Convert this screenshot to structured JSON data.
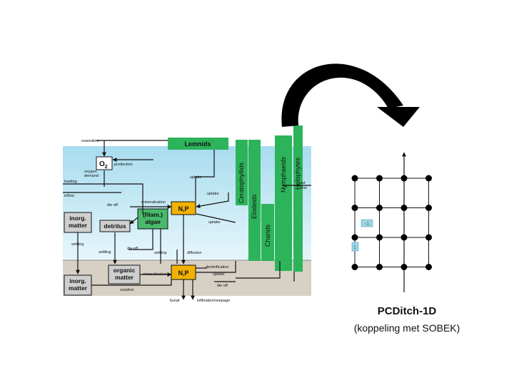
{
  "colors": {
    "water_top": "#a8dcef",
    "water_bottom": "#e6f6fb",
    "sediment": "#d7d0c4",
    "plant_green": "#2db35a",
    "algae_green": "#49b96b",
    "nutrient_orange": "#f2b200",
    "grey_box": "#cfcfcf",
    "line": "#111111"
  },
  "diagram": {
    "labels": {
      "reaeration": "reaeration",
      "o2": "O",
      "o2_sub": "2",
      "production": "production",
      "oxygen_demand": "oxygen\ndemand",
      "loading": "loading",
      "inflow": "inflow",
      "uptake_top": "uptake",
      "uptake_mid": "uptake",
      "die_off": "die off",
      "mineralization": "mineralization",
      "inorg_matter_water": "inorg.\nmatter",
      "detritus": "detritus",
      "algae": "(filam.)\nalgae",
      "np_water": "N,P",
      "uptake_algae": "uptake",
      "settling_left": "settling",
      "settling_mid": "settling",
      "die_off_mid": "die-off",
      "settling_right": "settling",
      "diffusion": "diffusion",
      "organic_matter": "organic\nmatter",
      "mineralization_sed": "mineralization",
      "np_sediment": "N,P",
      "denitrification": "denitrification",
      "uptake_sed": "uptake",
      "inorg_matter_sed": "inorg.\nmatter",
      "sorption": "sorption",
      "die_off_sed": "die off",
      "burial": "burial",
      "infiltration": "infiltration/seepage",
      "out_flow": "out\nflow",
      "lemnids": "Lemnids",
      "ceratophyllids": "Ceratophyllids",
      "elodeids": "Elodeids",
      "charids": "Charids",
      "nymphaeids": "Nymphaeids",
      "helophytes": "Helophytes"
    }
  },
  "grid": {
    "rows": 4,
    "cols": 4,
    "tag_right": "-1",
    "tag_left": "1"
  },
  "caption": {
    "title": "PCDitch-1D",
    "subtitle": "(koppeling met SOBEK)"
  }
}
